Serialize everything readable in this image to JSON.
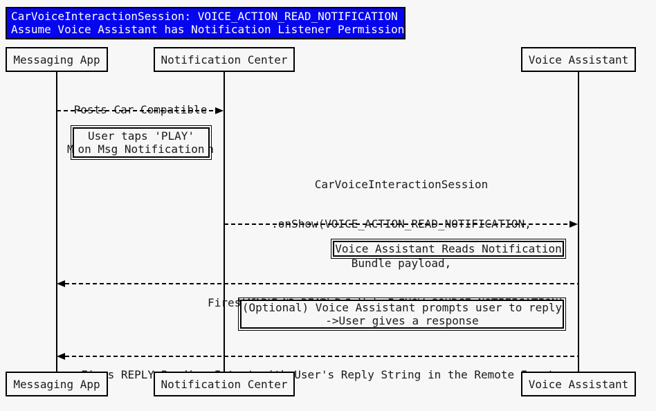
{
  "title": {
    "line1": "CarVoiceInteractionSession: VOICE_ACTION_READ_NOTIFICATION",
    "line2": "Assume Voice Assistant has Notification Listener Permission"
  },
  "actors": {
    "messaging_app": "Messaging App",
    "notification_center": "Notification Center",
    "voice_assistant": "Voice Assistant"
  },
  "messages": {
    "post_notification": {
      "line1": "Posts Car Compatible",
      "line2": "Messaging Notification",
      "from": "Messaging App",
      "to": "Notification Center"
    },
    "on_show": {
      "line1": "CarVoiceInteractionSession",
      "line2": ".onShow(VOICE_ACTION_READ_NOTIFICATION,",
      "line3": "Bundle payload,",
      "line4": "VoiceInteractionSession.SHOW_SOURCE_NOTIFICATION)",
      "from": "Notification Center",
      "to": "Voice Assistant"
    },
    "mark_as_read": {
      "label": "Fires MARK_AS_READ Pending Intent",
      "from": "Voice Assistant",
      "to": "Messaging App"
    },
    "reply": {
      "label": "Fires REPLY Pending Intent with User's Reply String in the Remote Input",
      "from": "Voice Assistant",
      "to": "Messaging App"
    }
  },
  "notes": {
    "user_taps": {
      "line1": "User taps 'PLAY'",
      "line2": "on Msg Notification"
    },
    "va_reads": "Voice Assistant Reads Notification",
    "optional_reply": {
      "line1": "(Optional) Voice Assistant prompts user to reply",
      "line2": "->User gives a response"
    }
  },
  "colors": {
    "title_bg": "#0505ef",
    "title_text": "#ffffff",
    "line": "#000000",
    "background": "#f7f7f7"
  }
}
